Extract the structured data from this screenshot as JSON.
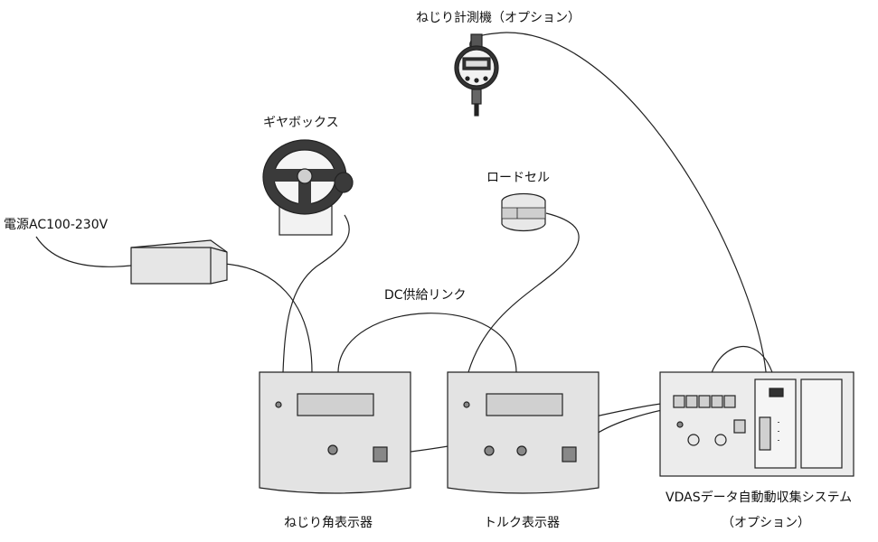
{
  "labels": {
    "torsion_meter": "ねじり計測機（オプション）",
    "gearbox": "ギヤボックス",
    "load_cell": "ロードセル",
    "power_supply": "電源AC100-230V",
    "dc_link": "DC供給リンク",
    "angle_display": "ねじり角表示器",
    "torque_display": "トルク表示器",
    "vdas_line1": "VDASデータ自動動収集システム",
    "vdas_line2": "（オプション）"
  },
  "colors": {
    "stroke": "#222222",
    "panel_fill": "#e3e3e3",
    "screen_fill": "#d0d0d0",
    "device_fill": "#ececec"
  }
}
